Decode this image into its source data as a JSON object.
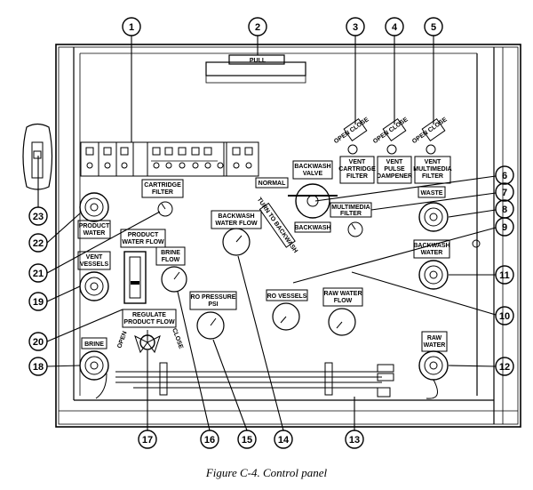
{
  "caption": "Figure C-4. Control panel",
  "callouts": [
    "1",
    "2",
    "3",
    "4",
    "5",
    "6",
    "7",
    "8",
    "9",
    "10",
    "11",
    "12",
    "13",
    "14",
    "15",
    "16",
    "17",
    "18",
    "19",
    "20",
    "21",
    "22",
    "23"
  ],
  "labels": {
    "pull": "PULL",
    "open_close": "OPEN CLOSE",
    "vent_cartridge_filter": [
      "VENT",
      "CARTRIDGE",
      "FILTER"
    ],
    "vent_pulse_dampener": [
      "VENT",
      "PULSE",
      "DAMPENER"
    ],
    "vent_multimedia_filter": [
      "VENT",
      "MULTIMEDIA",
      "FILTER"
    ],
    "backwash_valve": [
      "BACKWASH",
      "VALVE"
    ],
    "normal": "NORMAL",
    "backwash": "BACKWASH",
    "turn_to_backwash": "TURN TO BACKWASH",
    "waste": "WASTE",
    "multimedia_filter": [
      "MULTIMEDIA",
      "FILTER"
    ],
    "cartridge_filter": [
      "CARTRIDGE",
      "FILTER"
    ],
    "backwash_water_flow": [
      "BACKWASH",
      "WATER FLOW"
    ],
    "product_water": [
      "PRODUCT",
      "WATER"
    ],
    "product_water_flow": [
      "PRODUCT",
      "WATER FLOW"
    ],
    "vent_vessels": [
      "VENT",
      "VESSELS"
    ],
    "brine_flow": [
      "BRINE",
      "FLOW"
    ],
    "ro_pressure_psi": [
      "RO PRESSURE",
      "PSI"
    ],
    "ro_vessels": "RO VESSELS",
    "raw_water_flow": [
      "RAW WATER",
      "FLOW"
    ],
    "backwash_water": [
      "BACKWASH",
      "WATER"
    ],
    "raw_water": [
      "RAW",
      "WATER"
    ],
    "regulate_product_flow": [
      "REGULATE",
      "PRODUCT FLOW"
    ],
    "brine": "BRINE",
    "open": "OPEN",
    "close": "CLOSE"
  }
}
